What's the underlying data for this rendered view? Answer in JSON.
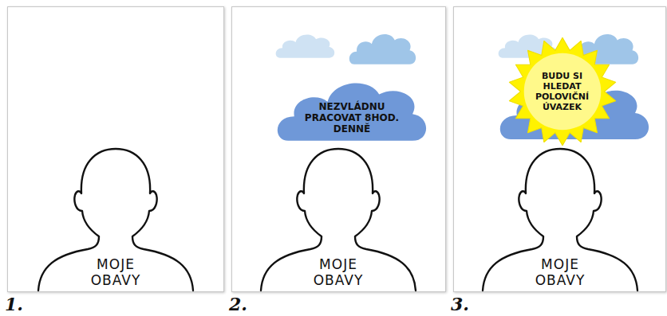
{
  "diagram": {
    "nodes": [
      {
        "text": [
          "1."
        ]
      },
      {
        "text": [
          "MOJE OBAVY"
        ],
        "in": 0
      },
      {
        "text": [
          "2."
        ]
      },
      {
        "text": [
          "NEZVLÁDNU PRACOVAT 8HOD. DENNĚ"
        ],
        "in": 2
      },
      {
        "text": [
          "MOJE OBAVY"
        ],
        "in": 2
      },
      {
        "text": [
          "3."
        ]
      },
      {
        "text": [
          "BUDU SI HLEDAT POLOVIČNÍ ÚVAZEK"
        ],
        "in": 5
      },
      {
        "text": [
          "MOJE OBAVY"
        ],
        "in": 5
      }
    ]
  }
}
